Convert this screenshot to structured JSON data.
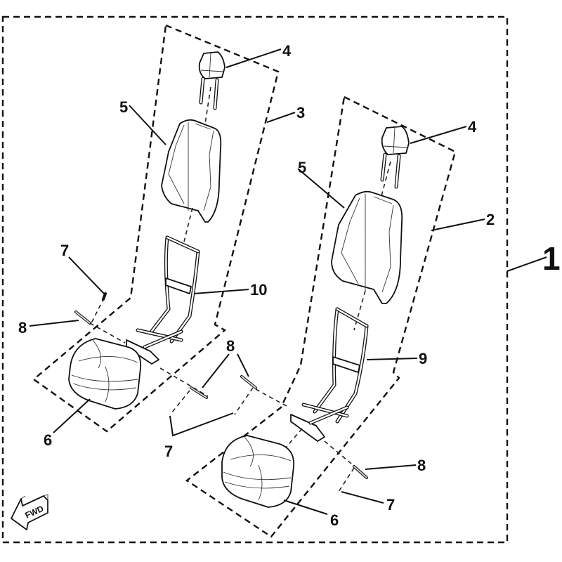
{
  "diagram": {
    "title": "Seat assembly exploded view",
    "callouts": {
      "assembly": "1",
      "seat_right_assy": "2",
      "seat_left_assy": "3",
      "headrest_left": "4",
      "headrest_right": "4",
      "backrest_left": "5",
      "backrest_right": "5",
      "cushion_left": "6",
      "cushion_right": "6",
      "clip_left": "7",
      "clip_center": "7",
      "clip_right": "7",
      "bolt_left": "8",
      "bolt_center": "8",
      "bolt_right": "8",
      "frame_right": "9",
      "frame_left": "10"
    },
    "direction_badge": "FWD",
    "colors": {
      "ink": "#111111",
      "paper": "#ffffff"
    }
  }
}
